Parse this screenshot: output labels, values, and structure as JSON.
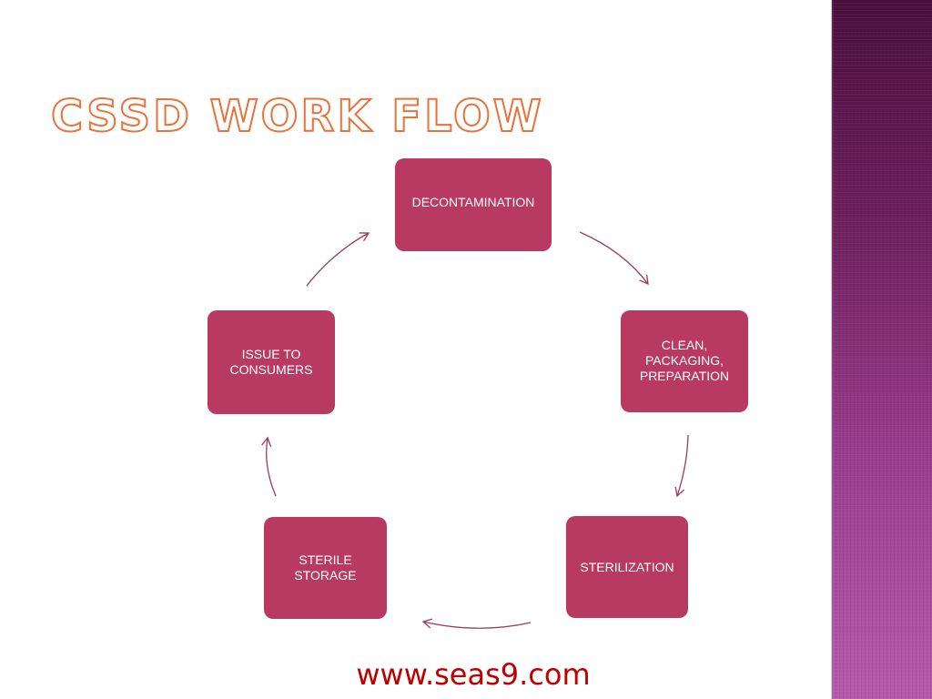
{
  "slide": {
    "title": "CSSD WORK FLOW",
    "footer_url": "www.seas9.com"
  },
  "workflow": {
    "nodes": [
      {
        "id": "decontamination",
        "lines": [
          "DECONTAMINATION"
        ]
      },
      {
        "id": "clean",
        "lines": [
          "CLEAN,",
          "PACKAGING,",
          "PREPARATION"
        ]
      },
      {
        "id": "sterilization",
        "lines": [
          "STERILIZATION"
        ]
      },
      {
        "id": "sterile-storage",
        "lines": [
          "STERILE",
          "STORAGE"
        ]
      },
      {
        "id": "issue",
        "lines": [
          "ISSUE TO",
          "CONSUMERS"
        ]
      }
    ]
  },
  "colors": {
    "node_fill": "#b83a62",
    "node_text": "#ffffff",
    "arrow": "#9a3b5f",
    "title_outline": "#e8723a",
    "url_text": "#c00000",
    "side_panel_top": "#4a0f3e",
    "side_panel_bottom": "#b459a9"
  }
}
